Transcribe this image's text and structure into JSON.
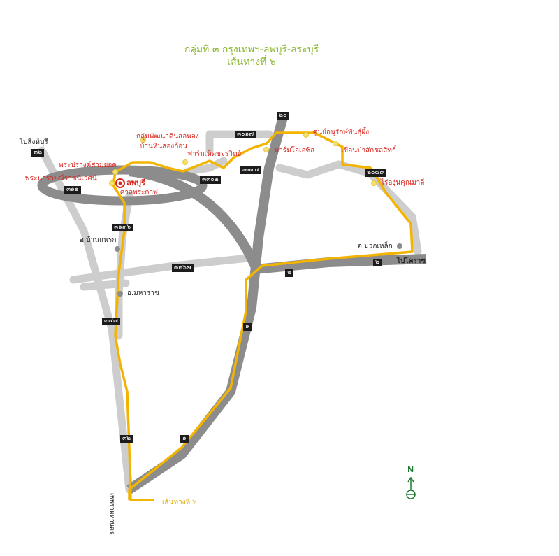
{
  "title": {
    "line1": "กลุ่มที่ ๓ กรุงเทพฯ-ลพบุรี-สระบุรี",
    "line2": "เส้นทางที่ ๖"
  },
  "places": {
    "singburi": "ไปสิงห์บุรี",
    "phra_prang": "พระปรางค์สามยอด",
    "narai_palace": "พระนารายณ์ราชนิเวศน์",
    "lopburi": "ลพบุรี",
    "san_phra_kan": "ศาลพระกาฬ",
    "ban_hin_group": "กลุ่มพัฒนาดินสอพอง",
    "ban_hin_village": "บ้านหินสองก้อน",
    "farm_ket": "ฟาร์มเห็ดขจรวิทย์",
    "farm_oasis": "ฟาร์มโอเอซิส",
    "bee_center": "ศูนย์อนุรักษ์พันธุ์ผึ้ง",
    "pasak_dam": "เขื่อนป่าสักชลสิทธิ์",
    "vineyard": "ไร่องุ่นคุณมาลี",
    "ban_mi": "อ.บ้านแพรก",
    "maharat": "อ.มหาราช",
    "muak_lek": "อ.มวกเหล็ก",
    "korat": "ไปโคราช",
    "bangkok": "เพพรามหานคร",
    "legend": "เส้นทางที่ ๖",
    "north": "N"
  },
  "routes": {
    "r32_top": "๓๒",
    "r311": "๓๑๑",
    "r3196": "๓๑๙๖",
    "r3267": "๓๒๖๗",
    "r347": "๓๔๗",
    "r32_bottom": "๓๒",
    "r1_mid": "๑",
    "r1_bottom": "๑",
    "r2_mid": "๒",
    "r2_right": "๒",
    "r20": "๒๐",
    "r3017": "๓๐๑๗",
    "r3334": "๓๓๓๔",
    "r3302": "๓๓๐๒",
    "r2089": "๒๐๘๙"
  },
  "colors": {
    "road": "#c4c4c4",
    "highway": "#8c8c8c",
    "route": "#f2b400",
    "poi": "#f5e26a",
    "title": "#8bb830",
    "label": "#d8261f"
  }
}
